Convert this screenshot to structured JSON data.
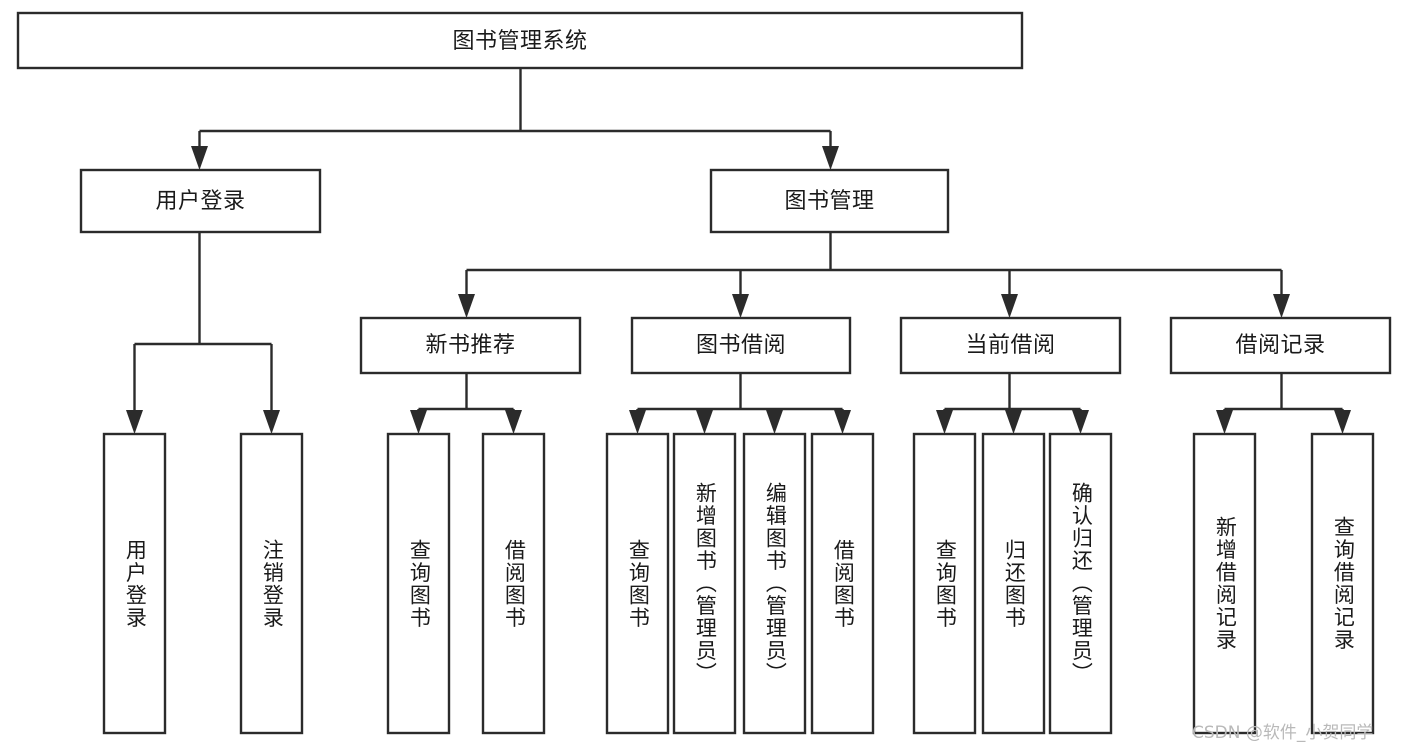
{
  "diagram": {
    "title": "图书管理系统",
    "type": "tree-hierarchy-chart",
    "orientation": "top-down",
    "colors": {
      "box_stroke": "#2b2b2b",
      "box_fill": "#ffffff",
      "connector": "#2b2b2b",
      "text": "#1a1a1a",
      "background": "#ffffff",
      "watermark": "#b9b9b9"
    },
    "root": {
      "label": "图书管理系统"
    },
    "level1": [
      {
        "label": "用户登录"
      },
      {
        "label": "图书管理"
      }
    ],
    "level2": [
      {
        "label": "新书推荐"
      },
      {
        "label": "图书借阅"
      },
      {
        "label": "当前借阅"
      },
      {
        "label": "借阅记录"
      }
    ],
    "leaves": {
      "user_login": [
        {
          "label": "用户登录"
        },
        {
          "label": "注销登录"
        }
      ],
      "new_book_recommend": [
        {
          "label": "查询图书"
        },
        {
          "label": "借阅图书"
        }
      ],
      "book_borrow": [
        {
          "label": "查询图书"
        },
        {
          "label": "新增图书（管理员）"
        },
        {
          "label": "编辑图书（管理员）"
        },
        {
          "label": "借阅图书"
        }
      ],
      "current_borrow": [
        {
          "label": "查询图书"
        },
        {
          "label": "归还图书"
        },
        {
          "label": "确认归还（管理员）"
        }
      ],
      "borrow_record": [
        {
          "label": "新增借阅记录"
        },
        {
          "label": "查询借阅记录"
        }
      ]
    }
  },
  "watermark": {
    "text": "CSDN @软件_小贺同学"
  }
}
